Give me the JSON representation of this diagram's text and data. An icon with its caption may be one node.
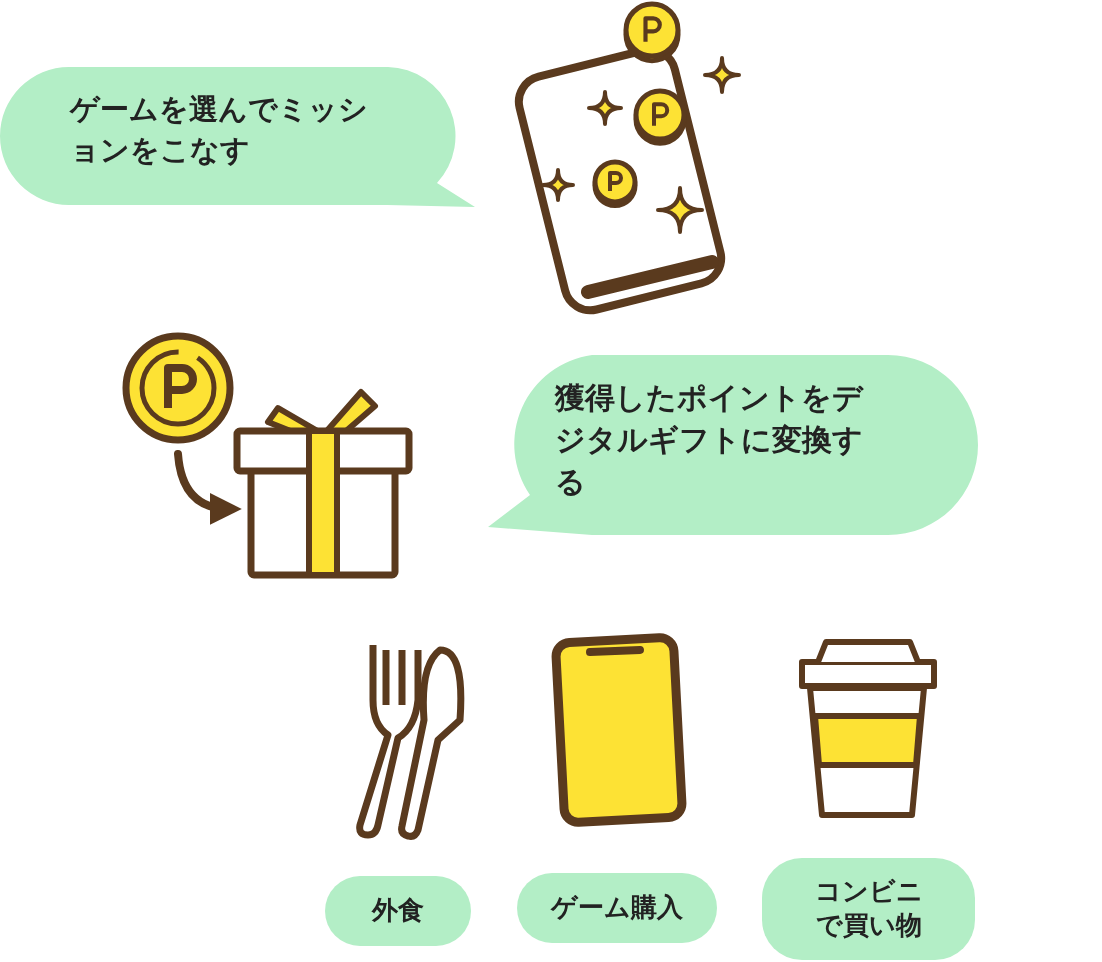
{
  "diagram": {
    "nodes": [
      {
        "text": [
          "ゲームを選んでミッションをこなす"
        ]
      },
      {
        "text": [
          "獲得したポイントをデジタルギフトに変換する"
        ]
      },
      {
        "text": [],
        "shape": "picture"
      },
      {
        "text": [],
        "shape": "picture"
      },
      {
        "text": [
          "外食"
        ]
      },
      {
        "text": [
          "ゲーム購入"
        ]
      },
      {
        "text": [
          "コンビニで買い物"
        ]
      }
    ],
    "edges": [
      {
        "from": 2,
        "to": 3,
        "arrow": "to"
      }
    ]
  }
}
